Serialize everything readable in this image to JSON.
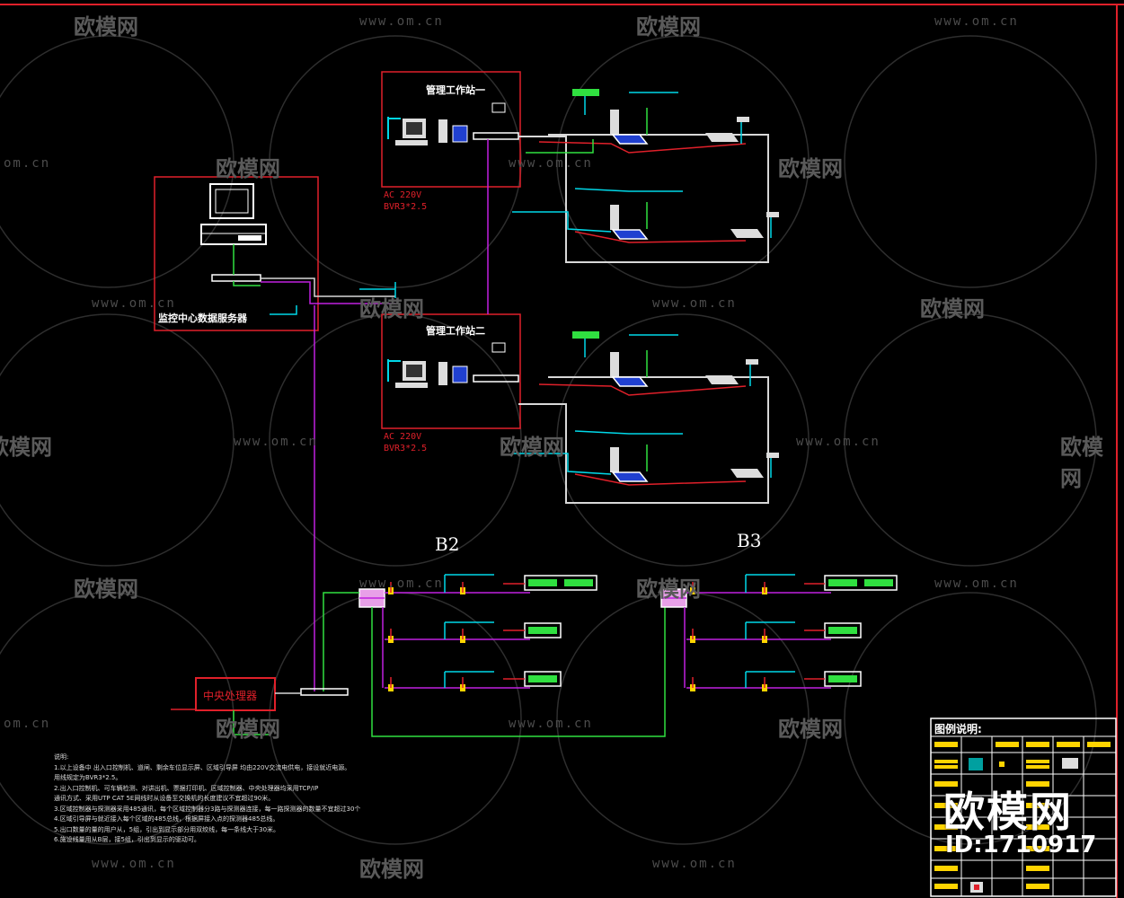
{
  "watermark": {
    "brand": "欧模网",
    "url": "www.om.cn",
    "partial_url": "om.cn"
  },
  "workstations": [
    {
      "title": "管理工作站一",
      "power_note": "AC 220V",
      "cable_note": "BVR3*2.5"
    },
    {
      "title": "管理工作站二",
      "power_note": "AC 220V",
      "cable_note": "BVR3*2.5"
    }
  ],
  "server": {
    "title": "监控中心数据服务器"
  },
  "central_processor": {
    "label": "中央处理器"
  },
  "floors": [
    {
      "label": "B2"
    },
    {
      "label": "B3"
    }
  ],
  "notes": {
    "heading": "说明:",
    "lines": [
      "1.以上设备中 出入口控制机、道闸、剩余车位显示屏、区域引导屏 均由220V交流电供电，接设就近电源。",
      "  用线规定为BVR3*2.5。",
      "2.出入口控制机、可车辆检测、对讲出机、票据打印机、区域控制器、中央处理器均采用TCP/IP",
      "  通讯方式、采用UTP CAT 5E网线时从设备至交换机的长度建议不宜超过90米。",
      "3.区域控制器与探测器采用485通讯，每个区域控制器分3路与探测器连接，每一路探测器的数量不宜超过30个",
      "4.区域引导屏与就近接入每个区域的485总线，根据屏接入点的探测器485总线。",
      "5.出口数量的量的用户从，5组，引出到显示部分用双绞线，每一条线大于30米。",
      "6.施设线量用从B层，接5组，引出到显示的驱动可。"
    ]
  },
  "legend": {
    "title": "图例说明:",
    "brand": "欧模网",
    "id": "ID:1710917"
  },
  "colors": {
    "frame": "#e0202a",
    "cyan": "#00d8e8",
    "green": "#30e040",
    "magenta": "#c020e0",
    "white": "#d8d8d8",
    "red": "#e0202a",
    "yellow": "#ffd400",
    "watermark": "#555555"
  }
}
